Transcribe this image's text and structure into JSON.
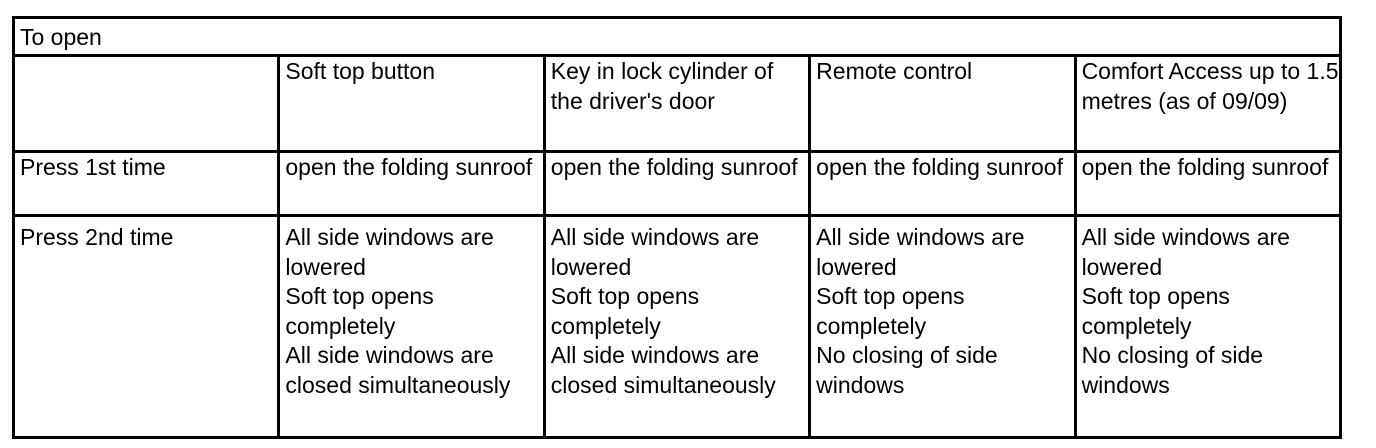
{
  "table": {
    "title": "To open",
    "columns": [
      "",
      "Soft top button",
      "Key in lock cylinder of the driver's door",
      "Remote control",
      "Comfort Access up to 1.5 metres (as of 09/09)"
    ],
    "rows": [
      {
        "label": "Press 1st time",
        "cells": [
          [
            "open the folding sunroof"
          ],
          [
            "open the folding sunroof"
          ],
          [
            "open the folding sunroof"
          ],
          [
            "open the folding sunroof"
          ]
        ]
      },
      {
        "label": "Press 2nd time",
        "cells": [
          [
            "All side windows are lowered",
            "Soft top opens completely",
            "All side windows are closed simultaneously"
          ],
          [
            "All side windows are lowered",
            "Soft top opens completely",
            "All side windows are closed simultaneously"
          ],
          [
            "All side windows are lowered",
            "Soft top opens completely",
            "No closing of side windows"
          ],
          [
            "All side windows are lowered",
            "Soft top opens completely",
            "No closing of side windows"
          ]
        ]
      }
    ]
  }
}
